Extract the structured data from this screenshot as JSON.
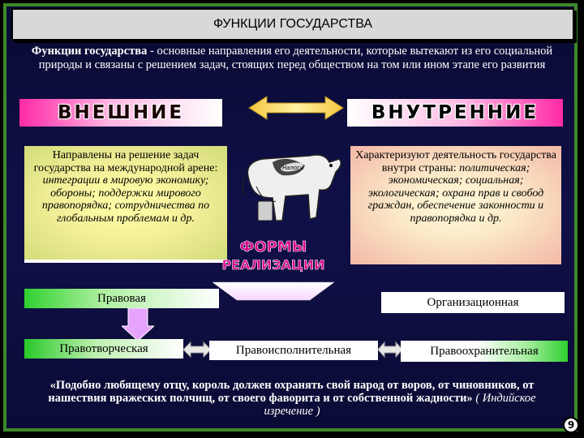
{
  "title": "ФУНКЦИИ ГОСУДАРСТВА",
  "intro": {
    "bold": "Функции государства",
    "text": " - основные направления его деятельности, которые вытекают из его социальной природы и связаны с решением задач, стоящих перед обществом на том или ином этапе его развития"
  },
  "external": {
    "header": "ВНЕШНИЕ",
    "lead": "Направлены на решение задач государства на международной арене: ",
    "items": "интеграции в мировую экономику; обороны; поддержки мирового правопорядка; сотрудничества по глобальным проблемам и др."
  },
  "internal": {
    "header": "ВНУТРЕННИЕ",
    "lead": "Характеризуют деятельность государства внутри страны: ",
    "items": "политическая; экономическая; социальная; экологическая; охрана прав и свобод граждан, обеспечение законности и правопорядка и др."
  },
  "cow_label": "Налоги",
  "forms": {
    "line1": "ФОРМЫ",
    "line2": "РЕАЛИЗАЦИИ"
  },
  "forms_labels": {
    "legal": "Правовая",
    "organizational": "Организационная",
    "lawmaking": "Правотворческая",
    "law_enforcement": "Правоисполнительная",
    "law_protection": "Правоохранительная"
  },
  "quote": {
    "text": "«Подобно любящему отцу, король должен охранять свой народ от воров, от чиновников, от нашествия вражеских полчищ, от своего фаворита и от собственной жадности»",
    "source": " ( Индийское изречение )"
  },
  "page_number": "9",
  "colors": {
    "frame": "#3d8a2a",
    "background": "#0c0c3c",
    "band_pink": "#ff2aa6",
    "green": "#30d030",
    "yellow_panel": "#f4f09a",
    "pink_panel": "#f3b8a6",
    "forms_text": "#d80088"
  }
}
